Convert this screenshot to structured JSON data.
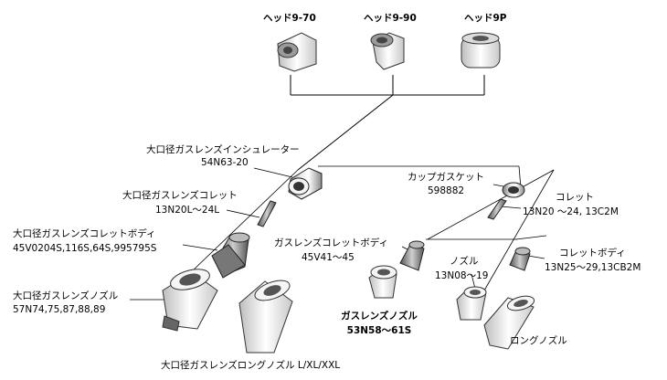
{
  "heads": [
    {
      "label": "ヘッド9-70"
    },
    {
      "label": "ヘッド9-90"
    },
    {
      "label": "ヘッド9P"
    }
  ],
  "parts": {
    "insulator": {
      "name": "大口径ガスレンズインシュレーター",
      "code": "54N63-20"
    },
    "lg_collet": {
      "name": "大口径ガスレンズコレット",
      "code": "13N20L～24L"
    },
    "lg_collet_body": {
      "name": "大口径ガスレンズコレットボディ",
      "code": "45V0204S,116S,64S,995795S"
    },
    "lg_nozzle": {
      "name": "大口径ガスレンズノズル",
      "code": "57N74,75,87,88,89"
    },
    "lg_long_nozzle": {
      "name": "大口径ガスレンズロングノズル L/XL/XXL"
    },
    "cup_gasket": {
      "name": "カップガスケット",
      "code": "598882"
    },
    "collet": {
      "name": "コレット",
      "code": "13N20 ～24, 13C2M"
    },
    "gl_collet_body": {
      "name": "ガスレンズコレットボディ",
      "code": "45V41～45"
    },
    "gl_nozzle": {
      "name": "ガスレンズノズル",
      "code": "53N58～61S"
    },
    "nozzle": {
      "name": "ノズル",
      "code": "13N08～19"
    },
    "collet_body": {
      "name": "コレットボディ",
      "code": "13N25～29,13CB2M"
    },
    "long_nozzle": {
      "name": "ロングノズル"
    }
  }
}
